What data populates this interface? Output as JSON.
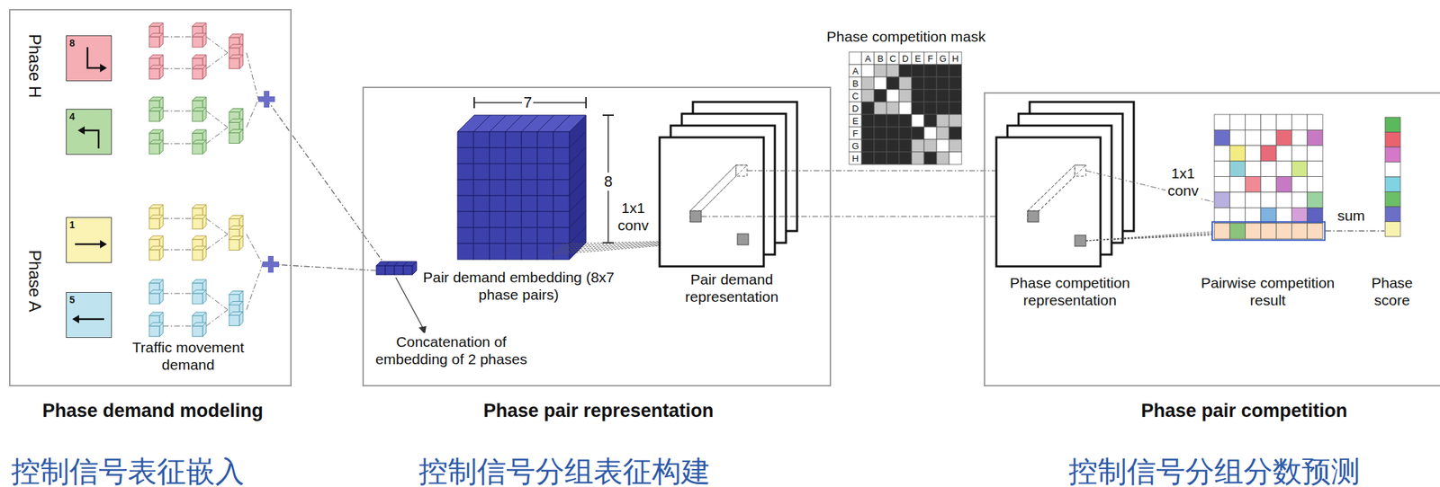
{
  "diagram": {
    "nodes": [
      {
        "text": [
          "Phase demand modeling"
        ]
      },
      {
        "text": [
          "8"
        ],
        "in": 0
      },
      {
        "text": [
          "4"
        ],
        "in": 0
      },
      {
        "text": [
          "1"
        ],
        "in": 0
      },
      {
        "text": [
          "5"
        ],
        "in": 0
      },
      {
        "text": [
          "Phase pair representation"
        ]
      },
      {
        "text": [
          "Phase pair competition"
        ]
      }
    ],
    "labels": [
      "Phase H",
      "Phase A",
      "Traffic movement demand",
      "7",
      "8",
      "1x1 conv",
      "Pair demand embedding (8x7 phase pairs)",
      "Pair demand representation",
      "Concatenation of embedding of 2 phases",
      "Phase competition mask",
      "A",
      "B",
      "C",
      "D",
      "E",
      "F",
      "G",
      "H",
      "A",
      "B",
      "C",
      "D",
      "E",
      "F",
      "G",
      "H",
      "Phase competition representation",
      "1x1 conv",
      "Pairwise competition result",
      "sum",
      "Phase score",
      "控制信号表征嵌入",
      "控制信号分组表征构建",
      "控制信号分组分数预测"
    ]
  }
}
